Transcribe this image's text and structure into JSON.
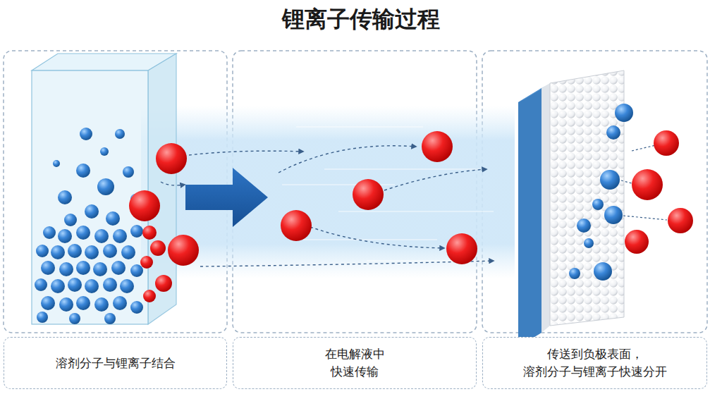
{
  "diagram": {
    "title": "锂离子传输过程",
    "nodes": [
      {
        "text": [
          "溶剂分子与锂离子结合"
        ]
      },
      {
        "text": [
          "在电解液中 快速传输"
        ]
      },
      {
        "text": [
          "传送到负极表面， 溶剂分子与锂离子快速分开"
        ]
      }
    ]
  }
}
